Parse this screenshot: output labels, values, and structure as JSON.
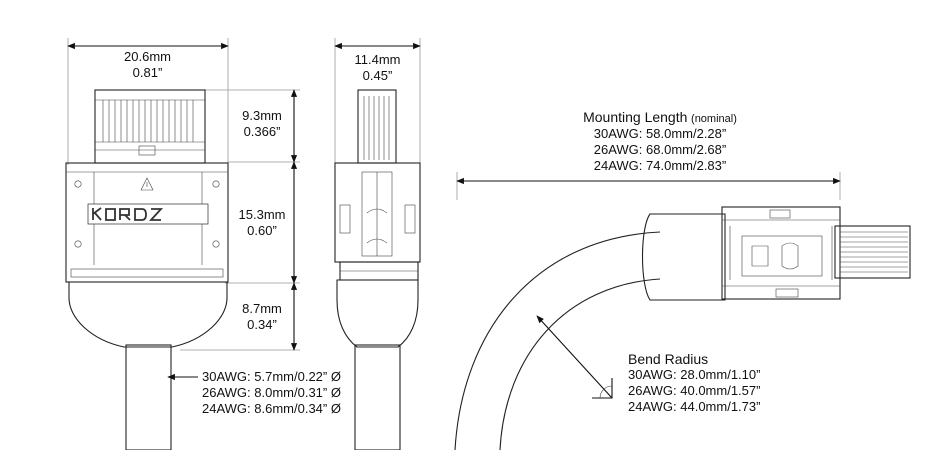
{
  "front_view": {
    "width_mm": "20.6mm",
    "width_in": "0.81”",
    "height1_mm": "9.3mm",
    "height1_in": "0.366”",
    "height2_mm": "15.3mm",
    "height2_in": "0.60”",
    "height3_mm": "8.7mm",
    "height3_in": "0.34”",
    "logo_text": "KORDZ"
  },
  "side_view": {
    "width_mm": "11.4mm",
    "width_in": "0.45”"
  },
  "cable_diameters": [
    "30AWG: 5.7mm/0.22” Ø",
    "26AWG: 8.0mm/0.31” Ø",
    "24AWG: 8.6mm/0.34” Ø"
  ],
  "mounting": {
    "title": "Mounting Length",
    "title_note": "(nominal)",
    "rows": [
      "30AWG: 58.0mm/2.28”",
      "26AWG: 68.0mm/2.68”",
      "24AWG: 74.0mm/2.83”"
    ]
  },
  "bend": {
    "title": "Bend Radius",
    "rows": [
      "30AWG: 28.0mm/1.10”",
      "26AWG: 40.0mm/1.57”",
      "24AWG: 44.0mm/1.73”"
    ]
  }
}
